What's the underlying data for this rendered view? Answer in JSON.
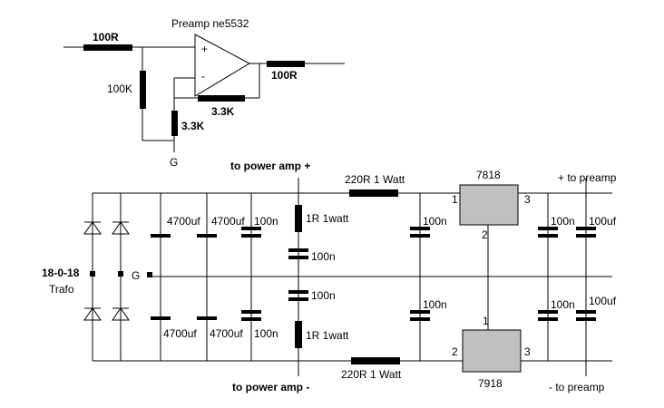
{
  "preamp": {
    "title": "Preamp ne5532",
    "r_in": "100R",
    "r_out": "100R",
    "r_bias": "100K",
    "r_fb": "3.3K",
    "r_gnd": "3.3K",
    "ground": "G",
    "plus": "+",
    "minus": "-"
  },
  "supply": {
    "to_amp_pos": "to power amp +",
    "to_amp_neg": "to power amp -",
    "r_top": "220R 1 Watt",
    "r_bot": "220R 1 Watt",
    "trafo_name": "18-0-18",
    "trafo_sub": "Trafo",
    "ground": "G",
    "cap_4700_1": "4700uf",
    "cap_4700_2": "4700uf",
    "cap_4700_3": "4700uf",
    "cap_4700_4": "4700uf",
    "cap_100n_1": "100n",
    "cap_100n_2": "100n",
    "r_1r_top": "1R 1watt",
    "r_1r_bot": "1R 1watt",
    "cap_100n_mid1": "100n",
    "cap_100n_mid2": "100n",
    "cap_100n_3": "100n",
    "cap_100n_4": "100n",
    "reg_pos": "7818",
    "reg_neg": "7918",
    "reg_pos_pin1": "1",
    "reg_pos_pin2": "2",
    "reg_pos_pin3": "3",
    "reg_neg_pin1": "1",
    "reg_neg_pin2": "2",
    "reg_neg_pin3": "3",
    "cap_100n_5": "100n",
    "cap_100n_6": "100n",
    "cap_100uf_1": "100uf",
    "cap_100uf_2": "100uf",
    "to_preamp_pos": "+ to preamp",
    "to_preamp_neg": "- to preamp"
  }
}
